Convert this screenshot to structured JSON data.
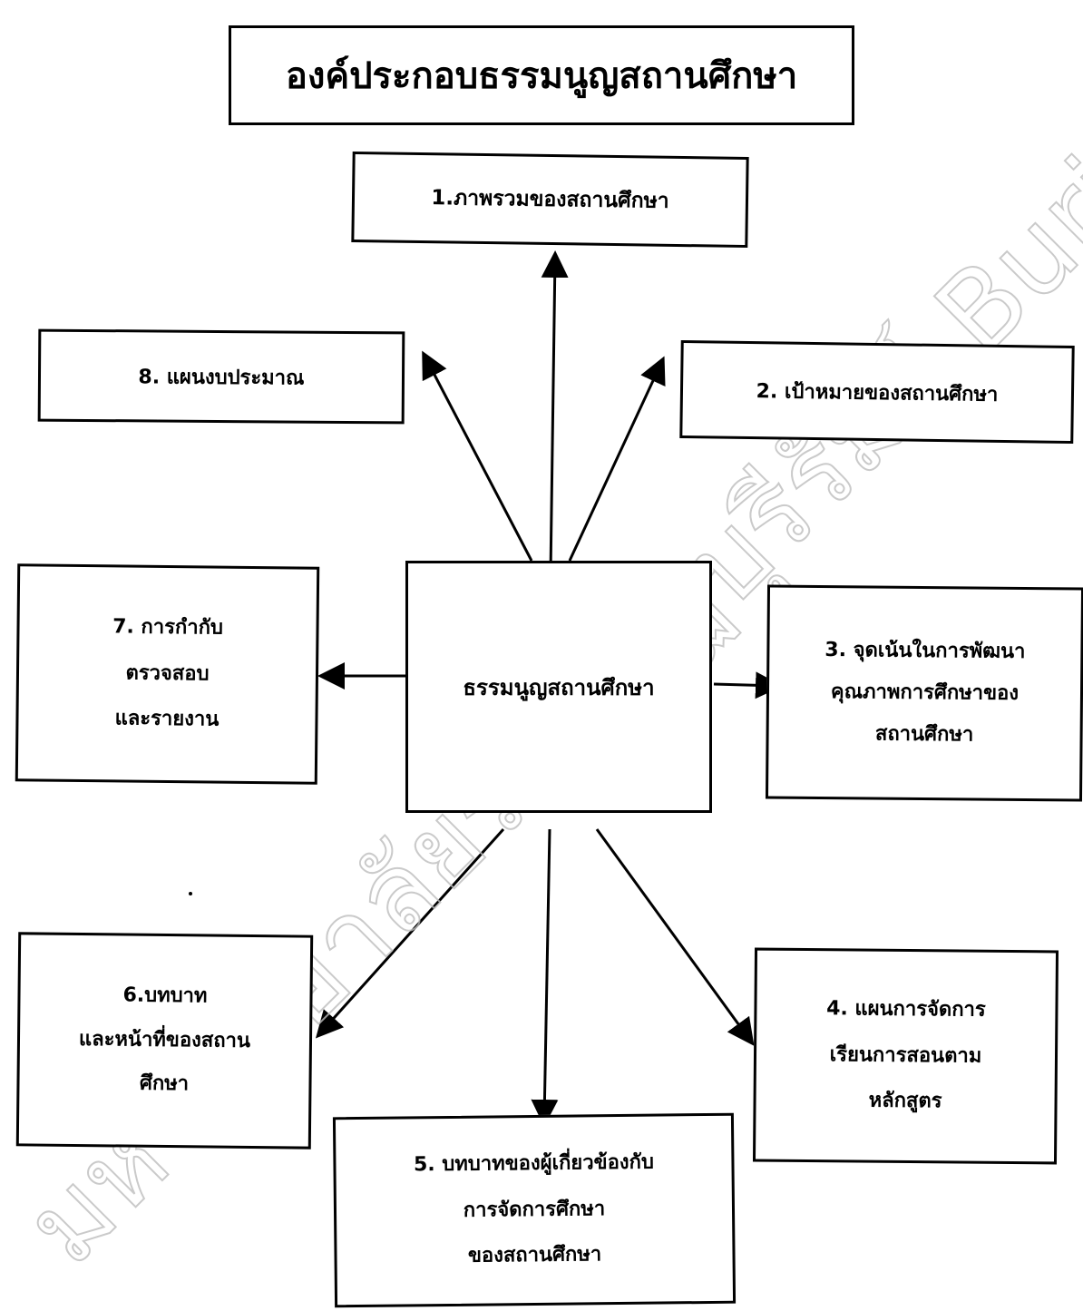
{
  "title": "องค์ประกอบธรรมนูญสถานศึกษา",
  "center": "ธรรมนูญสถานศึกษา",
  "components": {
    "c1": [
      "1.ภาพรวมของสถานศึกษา"
    ],
    "c2": [
      "2. เป้าหมายของสถานศึกษา"
    ],
    "c3": [
      "3. จุดเน้นในการพัฒนา",
      "คุณภาพการศึกษาของ",
      "สถานศึกษา"
    ],
    "c4": [
      "4. แผนการจัดการ",
      "เรียนการสอนตาม",
      "หลักสูตร"
    ],
    "c5": [
      "5. บทบาทของผู้เกี่ยวข้องกับ",
      "การจัดการศึกษา",
      "ของสถานศึกษา"
    ],
    "c6": [
      "6.บทบาท",
      "และหน้าที่ของสถาน",
      "ศึกษา"
    ],
    "c7": [
      "7. การกำกับ",
      "ตรวจสอบ",
      "และรายงาน"
    ],
    "c8": [
      "8. แผนงบประมาณ"
    ]
  },
  "watermark": "มหาวิทยาลัยราชภัฏบุรีรัมย์ Buriram Rajabhat University"
}
